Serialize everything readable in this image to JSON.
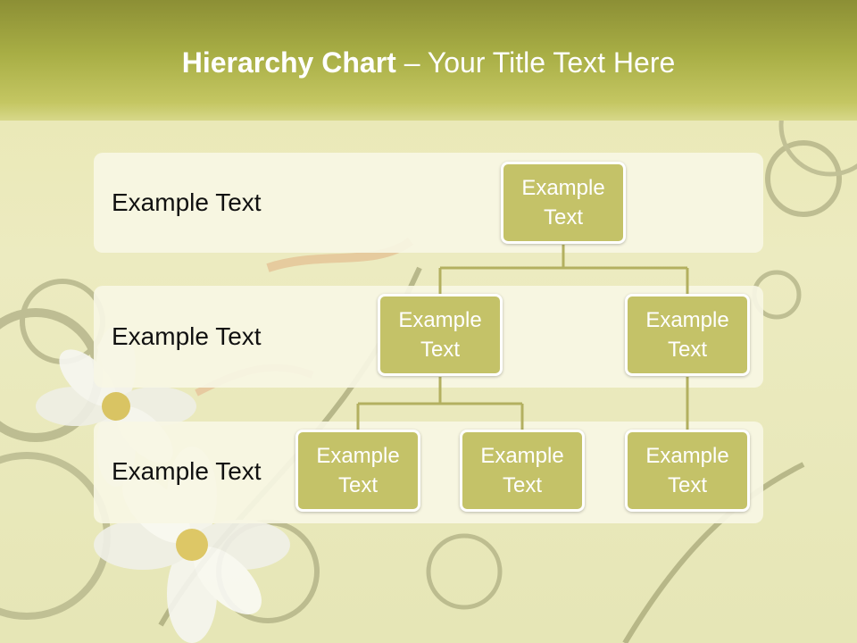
{
  "title": {
    "bold": "Hierarchy Chart",
    "separator": "–",
    "rest": "Your Title Text Here"
  },
  "rows": [
    {
      "label": "Example Text"
    },
    {
      "label": "Example Text"
    },
    {
      "label": "Example Text"
    }
  ],
  "nodes": {
    "root": "Example Text",
    "level2_left": "Example Text",
    "level2_right": "Example Text",
    "level3_a": "Example Text",
    "level3_b": "Example Text",
    "level3_c": "Example Text"
  },
  "colors": {
    "header": "#a8ae45",
    "node_fill": "#c4c268",
    "connector": "#b3b060",
    "node_text": "#ffffff"
  }
}
